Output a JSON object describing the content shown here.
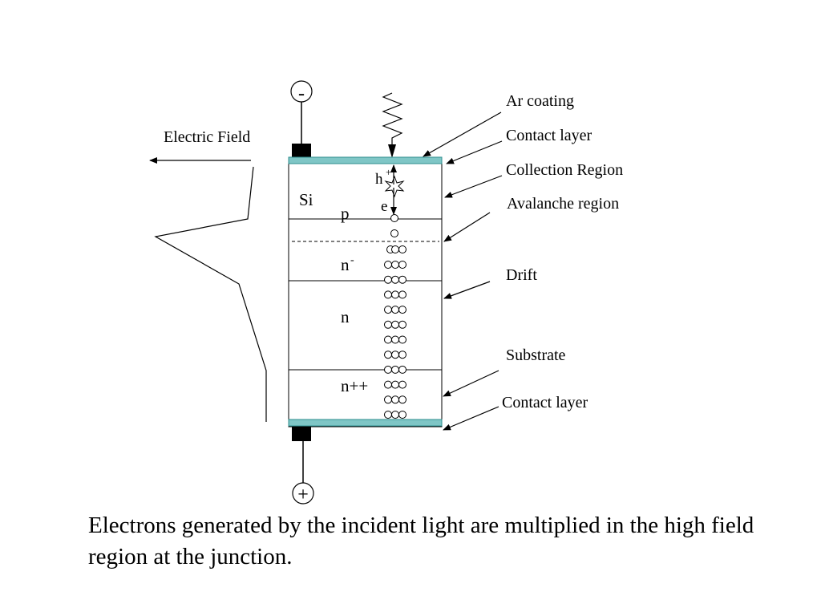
{
  "diagram": {
    "terminals": {
      "negative": "-",
      "positive": "+"
    },
    "field_label": "Electric Field",
    "material_label": "Si",
    "carriers": {
      "hole": "h",
      "hole_sup": "+",
      "electron": "e"
    },
    "layers": [
      {
        "id": "p",
        "label": "p",
        "sup": ""
      },
      {
        "id": "n-minus",
        "label": "n",
        "sup": "-"
      },
      {
        "id": "n",
        "label": "n",
        "sup": ""
      },
      {
        "id": "n-plus-plus",
        "label": "n++",
        "sup": ""
      }
    ],
    "callouts": [
      {
        "id": "ar-coating",
        "text": "Ar coating"
      },
      {
        "id": "contact-layer-top",
        "text": "Contact layer"
      },
      {
        "id": "collection-region",
        "text": "Collection Region"
      },
      {
        "id": "avalanche-region",
        "text": "Avalanche region"
      },
      {
        "id": "drift",
        "text": "Drift"
      },
      {
        "id": "substrate",
        "text": "Substrate"
      },
      {
        "id": "contact-layer-bottom",
        "text": "Contact layer"
      }
    ],
    "colors": {
      "contact_layer": "#7fc6c6",
      "contact_layer_edge": "#2f8f8f",
      "electrode": "#000000"
    }
  },
  "caption": "Electrons generated by the incident light are multiplied in the high field region at the junction."
}
